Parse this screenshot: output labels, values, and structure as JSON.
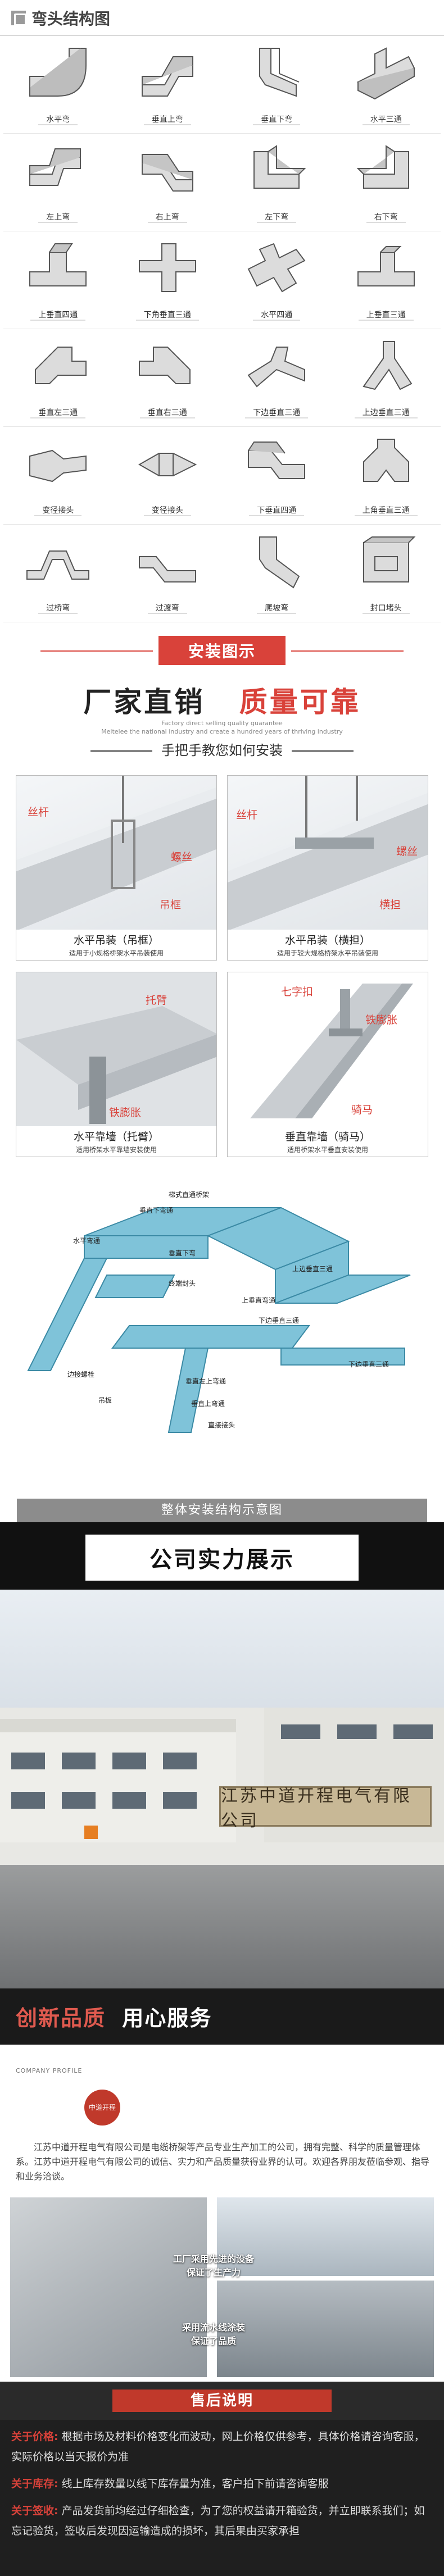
{
  "elbow": {
    "title": "弯头结构图",
    "items": [
      "水平弯",
      "垂直上弯",
      "垂直下弯",
      "水平三通",
      "左上弯",
      "右上弯",
      "左下弯",
      "右下弯",
      "上垂直四通",
      "下角垂直三通",
      "水平四通",
      "上垂直三通",
      "垂直左三通",
      "垂直右三通",
      "下边垂直三通",
      "上边垂直三通",
      "变径接头",
      "变径接头",
      "下垂直四通",
      "上角垂直三通",
      "过桥弯",
      "过渡弯",
      "爬坡弯",
      "封口堵头"
    ]
  },
  "install": {
    "banner": "安装图示",
    "slogan_a": "厂家直销",
    "slogan_b": "质量可靠",
    "slogan_en": "Factory direct selling quality guarantee\nMeitelee the national industry and create a hundred years of thriving industry",
    "slogan_sub": "手把手教您如何安装",
    "photos": [
      {
        "main": "水平吊装（吊框）",
        "sub": "适用于小规格桥架水平吊装使用",
        "labels": [
          "丝杆",
          "螺丝",
          "吊框"
        ]
      },
      {
        "main": "水平吊装（横担）",
        "sub": "适用于较大规格桥架水平吊装使用",
        "labels": [
          "丝杆",
          "螺丝",
          "横担"
        ]
      },
      {
        "main": "水平靠墙（托臂）",
        "sub": "适用桥架水平靠墙安装使用",
        "labels": [
          "托臂",
          "铁膨胀"
        ]
      },
      {
        "main": "垂直靠墙（骑马）",
        "sub": "适用桥架水平垂直安装使用",
        "labels": [
          "七字扣",
          "铁膨胀",
          "骑马"
        ]
      }
    ],
    "struct_labels": [
      "梯式直通桥架",
      "垂直下弯通",
      "水平弯通",
      "垂直下弯",
      "上边垂直三通",
      "终端封头",
      "上垂直弯通",
      "下边垂直三通",
      "边接螺栓",
      "垂直左上弯通",
      "吊板",
      "垂直上弯通",
      "直接接头",
      "下边垂直三通"
    ],
    "bottom_bar": "整体安装结构示意图"
  },
  "company": {
    "title": "公司实力展示",
    "sign": "江苏中道开程电气有限公司"
  },
  "innov": {
    "title_a": "创新品质",
    "title_b": "用心服务",
    "profile": "COMPANY PROFILE",
    "logo": "中道开程",
    "intro": "江苏中道开程电气有限公司是电缆桥架等产品专业生产加工的公司，拥有完整、科学的质量管理体系。江苏中道开程电气有限公司的诚信、实力和产品质量获得业界的认可。欢迎各界朋友莅临参观、指导和业务洽谈。",
    "tag1": "工厂采用先进的设备\n保证了生产力",
    "tag2": "采用流水线涂装\n保证了品质"
  },
  "after": {
    "title": "售后说明",
    "rows": [
      {
        "k": "关于价格:",
        "v": "根据市场及材料价格变化而波动，网上价格仅供参考，具体价格请咨询客服，实际价格以当天报价为准"
      },
      {
        "k": "关于库存:",
        "v": "线上库存数量以线下库存量为准，客户拍下前请咨询客服"
      },
      {
        "k": "关于签收:",
        "v": "产品发货前均经过仔细检查，为了您的权益请开箱验货，并立即联系我们；如忘记验货，签收后发现因运输造成的损坏，其后果由买家承担"
      }
    ]
  }
}
